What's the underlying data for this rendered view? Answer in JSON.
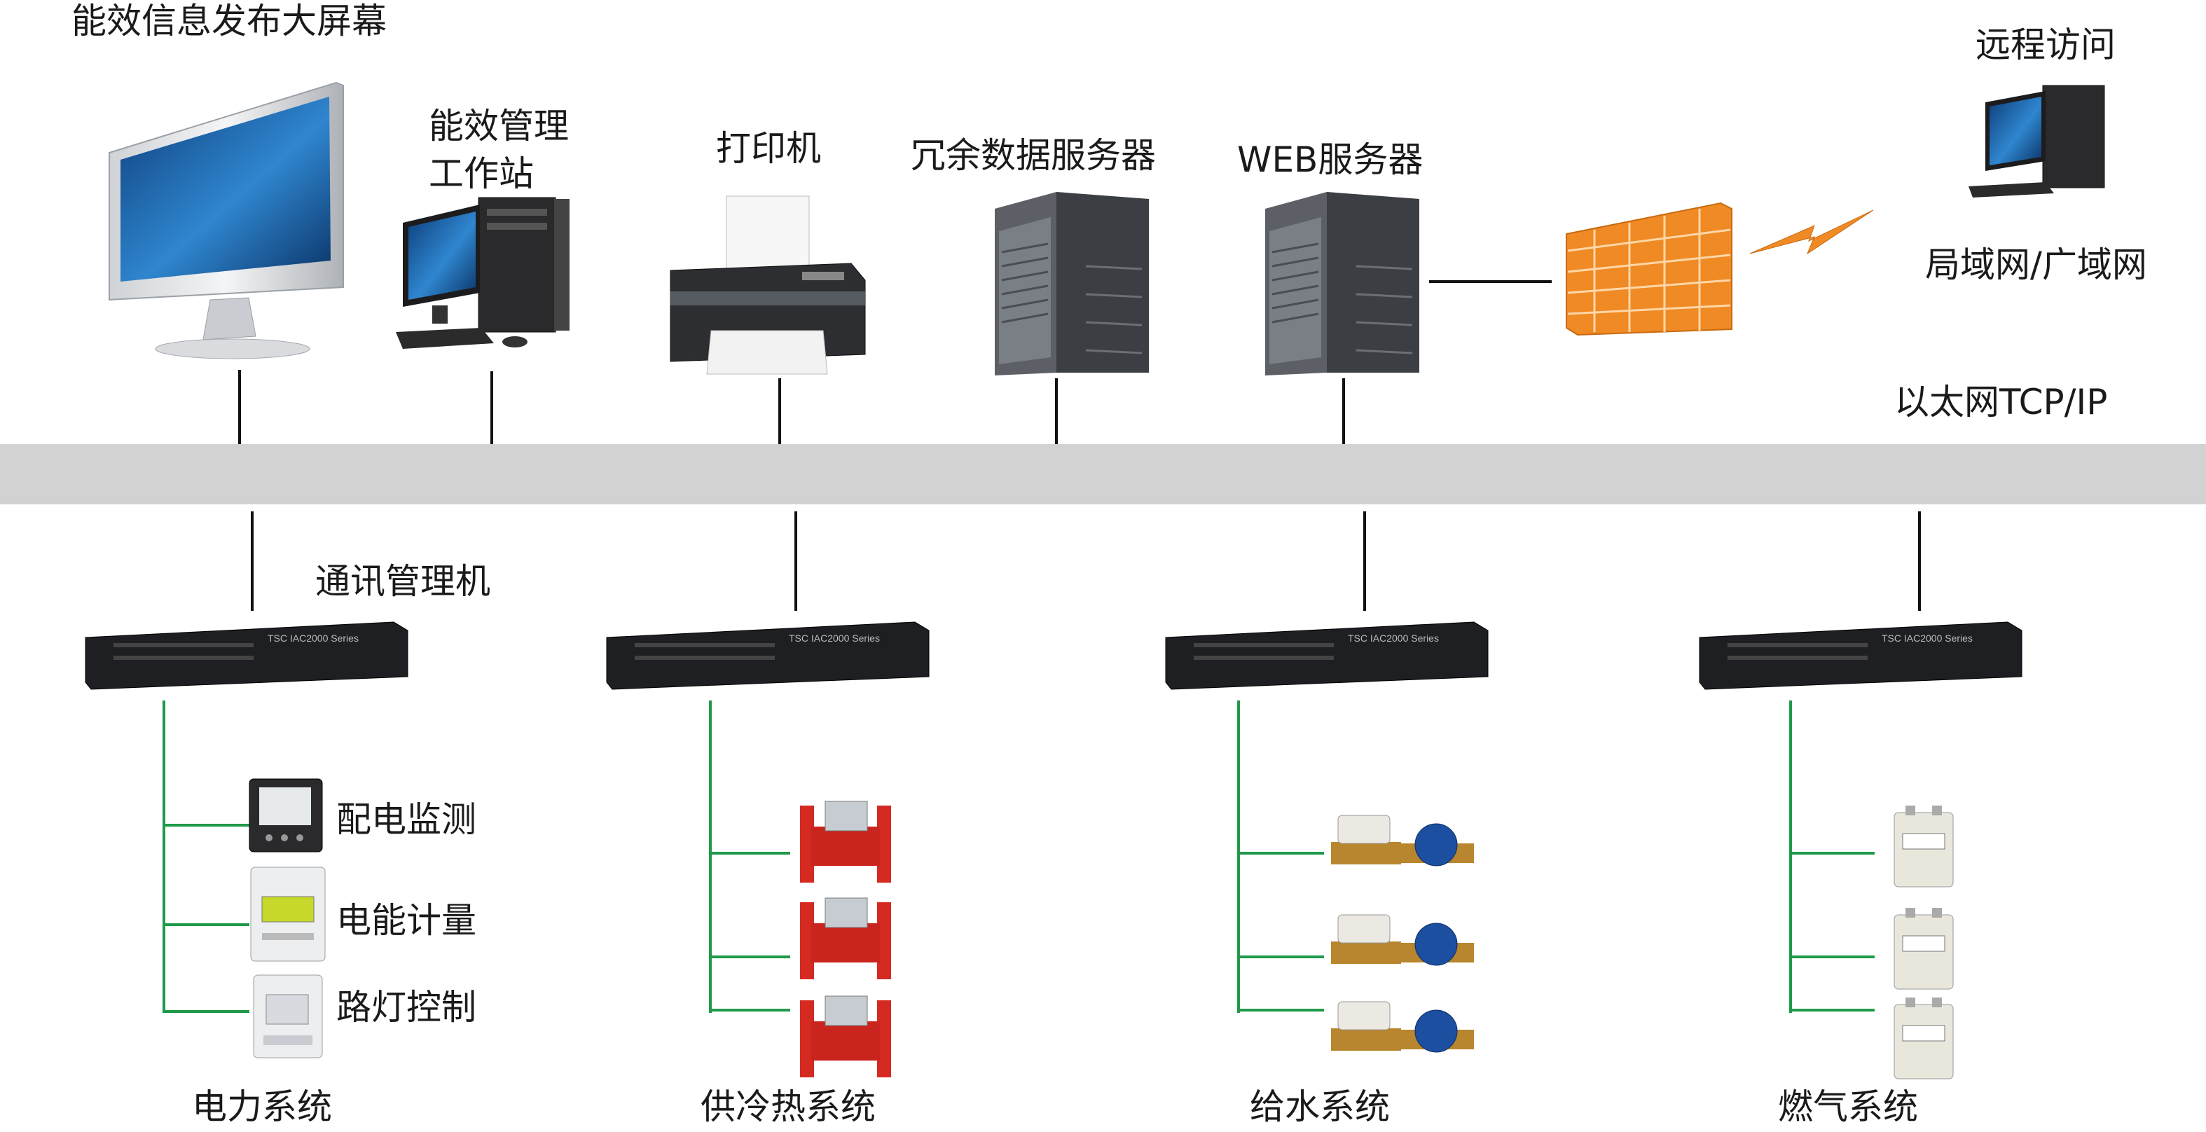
{
  "top_devices": {
    "big_screen": "能效信息发布大屏幕",
    "workstation_line1": "能效管理",
    "workstation_line2": "工作站",
    "printer": "打印机",
    "redundant_server": "冗余数据服务器",
    "web_server": "WEB服务器",
    "remote_access": "远程访问",
    "lan_wan": "局域网/广域网"
  },
  "network": {
    "ethernet": "以太网TCP/IP"
  },
  "comm_manager": {
    "label": "通讯管理机"
  },
  "power_system": {
    "title": "电力系统",
    "items": [
      "配电监测",
      "电能计量",
      "路灯控制"
    ]
  },
  "heat_system": {
    "title": "供冷热系统"
  },
  "water_system": {
    "title": "给水系统"
  },
  "gas_system": {
    "title": "燃气系统"
  },
  "colors": {
    "bus": "#d2d2d2",
    "green_wire": "#1f9a4a",
    "firewall": "#f08a24",
    "heat_meter": "#d42a22"
  }
}
